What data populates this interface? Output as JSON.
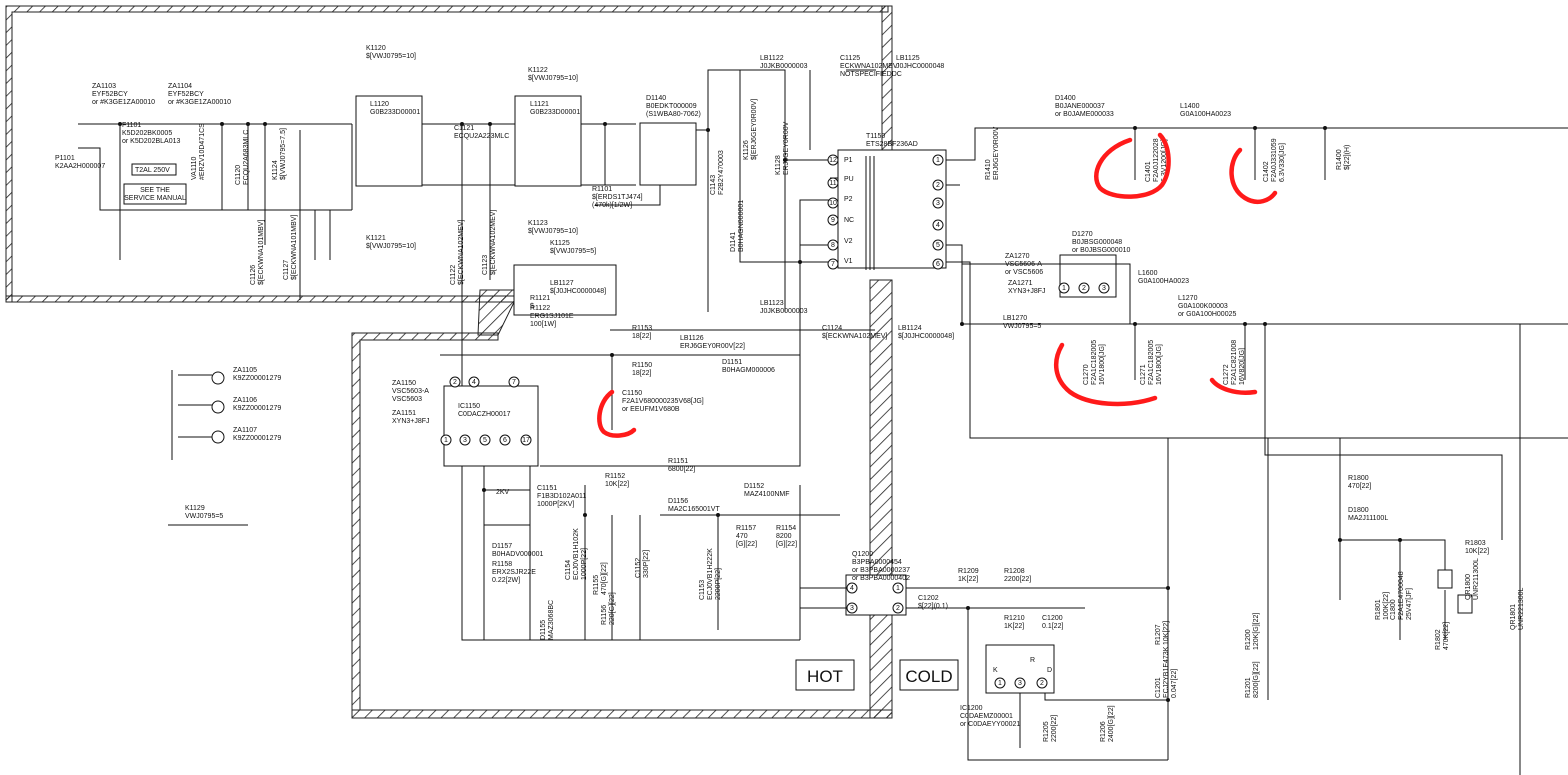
{
  "regions": {
    "hot": "HOT",
    "cold": "COLD"
  },
  "note_service": [
    "SEE THE",
    "SERVICE MANUAL"
  ],
  "fuse_rating": "T2AL 250V",
  "components": [
    {
      "id": "p1101",
      "lines": [
        "P1101",
        "K2AA2H000007"
      ]
    },
    {
      "id": "za1103",
      "lines": [
        "ZA1103",
        "EYF52BCY",
        "or #K3GE1ZA00010"
      ]
    },
    {
      "id": "za1104",
      "lines": [
        "ZA1104",
        "EYF52BCY",
        "or #K3GE1ZA00010"
      ]
    },
    {
      "id": "f1101",
      "lines": [
        "F1101",
        "K5D202BK0005",
        "or K5D202BLA013"
      ]
    },
    {
      "id": "va1110",
      "lines": [
        "VA1110",
        "#ERZV10D471CS"
      ]
    },
    {
      "id": "c1120",
      "lines": [
        "C1120",
        "ECQU2A683MLC"
      ]
    },
    {
      "id": "k1124",
      "lines": [
        "K1124",
        "$[VWJ0795=7.5]"
      ]
    },
    {
      "id": "c1126",
      "lines": [
        "C1126",
        "$[ECKWNA101MBV]"
      ]
    },
    {
      "id": "c1127",
      "lines": [
        "C1127",
        "$[ECKWNA101MBV]"
      ]
    },
    {
      "id": "k1120",
      "lines": [
        "K1120",
        "$[VWJ0795=10]"
      ]
    },
    {
      "id": "l1120",
      "lines": [
        "L1120",
        "G0B233D00001"
      ]
    },
    {
      "id": "k1121",
      "lines": [
        "K1121",
        "$[VWJ0795=10]"
      ]
    },
    {
      "id": "c1121",
      "lines": [
        "C1121",
        "ECQU2A223MLC"
      ]
    },
    {
      "id": "c1122",
      "lines": [
        "C1122",
        "$[ECKWNA102MEV]"
      ]
    },
    {
      "id": "c1123",
      "lines": [
        "C1123",
        "$[ECKWNA102MEV]"
      ]
    },
    {
      "id": "k1122",
      "lines": [
        "K1122",
        "$[VWJ0795=10]"
      ]
    },
    {
      "id": "l1121",
      "lines": [
        "L1121",
        "G0B233D00001"
      ]
    },
    {
      "id": "k1123",
      "lines": [
        "K1123",
        "$[VWJ0795=10]"
      ]
    },
    {
      "id": "r1101",
      "lines": [
        "R1101",
        "$[ERDS1TJ474]",
        "(470k)[1/2W]"
      ]
    },
    {
      "id": "d1140",
      "lines": [
        "D1140",
        "B0EDKT000009",
        "(S1WBA80-7062)"
      ]
    },
    {
      "id": "c1143",
      "lines": [
        "C1143",
        "F2B2Y470003"
      ]
    },
    {
      "id": "lb1122",
      "lines": [
        "LB1122",
        "J0JKB0000003"
      ]
    },
    {
      "id": "k1126",
      "lines": [
        "K1126",
        "$[ERJ6GEY0R00V]"
      ]
    },
    {
      "id": "k1128",
      "lines": [
        "K1128",
        "ERJ6GEY0R00V"
      ]
    },
    {
      "id": "d1141",
      "lines": [
        "D1141",
        "B0HAGN000001"
      ]
    },
    {
      "id": "c1125",
      "lines": [
        "C1125",
        "ECKWNA102MEV",
        "NOTSPECIFIEDDC"
      ]
    },
    {
      "id": "lb1125",
      "lines": [
        "LB1125",
        "J0JHC0000048"
      ]
    },
    {
      "id": "t1150",
      "lines": [
        "T1150",
        "ETS28BF236AD"
      ]
    },
    {
      "id": "r1410",
      "lines": [
        "R1410",
        "ERJ6GEY0R00V"
      ]
    },
    {
      "id": "d1400",
      "lines": [
        "D1400",
        "B0JANE000037",
        "or B0JAME000033"
      ]
    },
    {
      "id": "l1400",
      "lines": [
        "L1400",
        "G0A100HA0023"
      ]
    },
    {
      "id": "c1401",
      "lines": [
        "C1401",
        "F2A0J122028",
        "6.3V1200[JG]"
      ]
    },
    {
      "id": "c1402",
      "lines": [
        "C1402",
        "F2A0J331059",
        "6.3V330[JG]"
      ]
    },
    {
      "id": "r1400",
      "lines": [
        "R1400",
        "$[22](H)"
      ]
    },
    {
      "id": "k1125",
      "lines": [
        "K1125",
        "$[VWJ0795=5]"
      ]
    },
    {
      "id": "lb1127",
      "lines": [
        "LB1127",
        "$[J0JHC0000048]"
      ]
    },
    {
      "id": "r1121",
      "lines": [
        "R1121",
        "$"
      ]
    },
    {
      "id": "r1122",
      "lines": [
        "R1122",
        "ERG1SJ101E",
        "100[1W]"
      ]
    },
    {
      "id": "lb1123",
      "lines": [
        "LB1123",
        "J0JKB0000003"
      ]
    },
    {
      "id": "r1153",
      "lines": [
        "R1153",
        "18[22]"
      ]
    },
    {
      "id": "r1150",
      "lines": [
        "R1150",
        "18[22]"
      ]
    },
    {
      "id": "lb1126",
      "lines": [
        "LB1126",
        "ERJ6GEY0R00V[22]"
      ]
    },
    {
      "id": "d1151",
      "lines": [
        "D1151",
        "B0HAGM000006"
      ]
    },
    {
      "id": "c1150",
      "lines": [
        "C1150",
        "F2A1V680000235V68[JG]",
        "or EEUFM1V680B"
      ]
    },
    {
      "id": "c1124",
      "lines": [
        "C1124",
        "$[ECKWNA102MEV]"
      ]
    },
    {
      "id": "lb1124",
      "lines": [
        "LB1124",
        "$[J0JHC0000048]"
      ]
    },
    {
      "id": "lb1270",
      "lines": [
        "LB1270",
        "VWJ0795=5"
      ]
    },
    {
      "id": "d1270",
      "lines": [
        "D1270",
        "B0JBSG000048",
        "or B0JBSG000010"
      ]
    },
    {
      "id": "za1270",
      "lines": [
        "ZA1270",
        "VSC5606-A",
        "or VSC5606"
      ]
    },
    {
      "id": "za1271",
      "lines": [
        "ZA1271",
        "XYN3+J8FJ"
      ]
    },
    {
      "id": "l1600",
      "lines": [
        "L1600",
        "G0A100HA0023"
      ]
    },
    {
      "id": "l1270",
      "lines": [
        "L1270",
        "G0A100K00003",
        "or G0A100H00025"
      ]
    },
    {
      "id": "c1270",
      "lines": [
        "C1270",
        "F2A1C182005",
        "16V1800[JG]"
      ]
    },
    {
      "id": "c1271",
      "lines": [
        "C1271",
        "F2A1C182005",
        "16V1800[JG]"
      ]
    },
    {
      "id": "c1272",
      "lines": [
        "C1272",
        "F2A1C821008",
        "16V820[JG]"
      ]
    },
    {
      "id": "za1105",
      "lines": [
        "ZA1105",
        "K9ZZ00001279"
      ]
    },
    {
      "id": "za1106",
      "lines": [
        "ZA1106",
        "K9ZZ00001279"
      ]
    },
    {
      "id": "za1107",
      "lines": [
        "ZA1107",
        "K9ZZ00001279"
      ]
    },
    {
      "id": "za1150",
      "lines": [
        "ZA1150",
        "VSC5603-A",
        "VSC5603"
      ]
    },
    {
      "id": "za1151",
      "lines": [
        "ZA1151",
        "XYN3+J8FJ"
      ]
    },
    {
      "id": "ic1150",
      "lines": [
        "IC1150",
        "C0DACZH00017"
      ]
    },
    {
      "id": "k1129",
      "lines": [
        "K1129",
        "VWJ0795=5"
      ]
    },
    {
      "id": "r1151",
      "lines": [
        "R1151",
        "6800[22]"
      ]
    },
    {
      "id": "r1152",
      "lines": [
        "R1152",
        "10K[22]"
      ]
    },
    {
      "id": "c1151",
      "lines": [
        "C1151",
        "F1B3D102A011",
        "1000P[2KV]"
      ]
    },
    {
      "id": "d1157",
      "lines": [
        "D1157",
        "B0HADV000001"
      ]
    },
    {
      "id": "r1158",
      "lines": [
        "R1158",
        "ERX2SJR22E",
        "0.22[2W]"
      ]
    },
    {
      "id": "c1154",
      "lines": [
        "C1154",
        "ECJ0VB1H102K",
        "1000P[22]"
      ]
    },
    {
      "id": "r1155",
      "lines": [
        "R1155",
        "470[G][22]"
      ]
    },
    {
      "id": "c1152",
      "lines": [
        "C1152",
        "330P[22]"
      ]
    },
    {
      "id": "d1155",
      "lines": [
        "D1155",
        "MAZ3068BC"
      ]
    },
    {
      "id": "r1156",
      "lines": [
        "R1156",
        "220[G][22]"
      ]
    },
    {
      "id": "d1156",
      "lines": [
        "D1156",
        "MA2C165001VT"
      ]
    },
    {
      "id": "c1153",
      "lines": [
        "C1153",
        "ECJ0VB1H222K",
        "2200P[22]"
      ]
    },
    {
      "id": "d1152",
      "lines": [
        "D1152",
        "MAZ4100NMF"
      ]
    },
    {
      "id": "r1157",
      "lines": [
        "R1157",
        "470",
        "[G][22]"
      ]
    },
    {
      "id": "r1154",
      "lines": [
        "R1154",
        "8200",
        "[G][22]"
      ]
    },
    {
      "id": "q1200",
      "lines": [
        "Q1200",
        "B3PBA0000454",
        "or B3PBA0000237",
        "or B3PBA0000402"
      ]
    },
    {
      "id": "r1209",
      "lines": [
        "R1209",
        "1K[22]"
      ]
    },
    {
      "id": "r1208",
      "lines": [
        "R1208",
        "2200[22]"
      ]
    },
    {
      "id": "c1202",
      "lines": [
        "C1202",
        "$[22](0.1)"
      ]
    },
    {
      "id": "r1210",
      "lines": [
        "R1210",
        "1K[22]"
      ]
    },
    {
      "id": "c1200",
      "lines": [
        "C1200",
        "0.1[22]"
      ]
    },
    {
      "id": "ic1200",
      "lines": [
        "IC1200",
        "C0DAEMZ00001",
        "or C0DAEYY00021"
      ]
    },
    {
      "id": "r1205",
      "lines": [
        "R1205",
        "2200[22]"
      ]
    },
    {
      "id": "r1206",
      "lines": [
        "R1206",
        "2400[G][22]"
      ]
    },
    {
      "id": "r1207",
      "lines": [
        "R1207",
        "10K[22]"
      ]
    },
    {
      "id": "c1201",
      "lines": [
        "C1201",
        "ECJ2YB1E473K",
        "0.047[22]"
      ]
    },
    {
      "id": "r1200",
      "lines": [
        "R1200",
        "120K[G][22]"
      ]
    },
    {
      "id": "r1201",
      "lines": [
        "R1201",
        "8200[G][22]"
      ]
    },
    {
      "id": "r1800",
      "lines": [
        "R1800",
        "470[22]"
      ]
    },
    {
      "id": "d1800",
      "lines": [
        "D1800",
        "MA2J11100L"
      ]
    },
    {
      "id": "r1803",
      "lines": [
        "R1803",
        "10K[22]"
      ]
    },
    {
      "id": "c1800",
      "lines": [
        "C1800",
        "F2A1E4700048",
        "25V47[JF]"
      ]
    },
    {
      "id": "r1801",
      "lines": [
        "R1801",
        "100K[22]"
      ]
    },
    {
      "id": "qr1800",
      "lines": [
        "QR1800",
        "UNR211300L"
      ]
    },
    {
      "id": "r1802",
      "lines": [
        "R1802",
        "470K[22]"
      ]
    },
    {
      "id": "qr1801",
      "lines": [
        "QR1801",
        "UNR221300L"
      ]
    }
  ],
  "transformer_pins": [
    "P1",
    "PU",
    "P2",
    "NC",
    "V2",
    "V1"
  ],
  "transformer_pin_numbers": [
    "12",
    "11",
    "10",
    "9",
    "8",
    "7",
    "1",
    "2",
    "3",
    "4",
    "5",
    "6"
  ],
  "regulator_pin_labels": [
    "2",
    "4",
    "7",
    "1",
    "3",
    "5",
    "6",
    "17"
  ],
  "ic1200_pins": [
    "1",
    "3",
    "2",
    "D",
    "K",
    "R"
  ],
  "q1200_pins": [
    "4",
    "1",
    "3",
    "2"
  ],
  "d1270_pins": [
    "1",
    "2",
    "3"
  ],
  "misc_labels": {
    "kv2": "2KV"
  },
  "annotation_color": "#ff1a1a"
}
